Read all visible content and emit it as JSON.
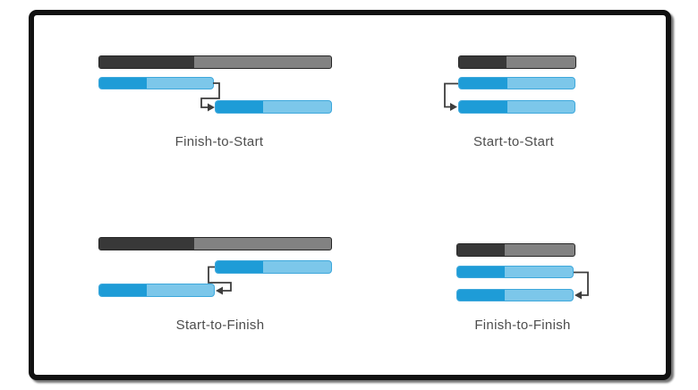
{
  "colors": {
    "frame-border": "#111111",
    "summary-dark": "#383838",
    "summary-light": "#828282",
    "summary-border": "#262626",
    "task-progress": "#1e9cd7",
    "task-remaining": "#7cc7ea",
    "task-border": "#3ea8dc",
    "connector": "#3d3d3d",
    "label-text": "#4d4d4d"
  },
  "quadrants": [
    {
      "label": "Finish-to-Start",
      "connector": "elbow-arrow-finish-to-start"
    },
    {
      "label": "Start-to-Start",
      "connector": "elbow-arrow-start-to-start"
    },
    {
      "label": "Start-to-Finish",
      "connector": "elbow-arrow-start-to-finish"
    },
    {
      "label": "Finish-to-Finish",
      "connector": "elbow-arrow-finish-to-finish"
    }
  ]
}
